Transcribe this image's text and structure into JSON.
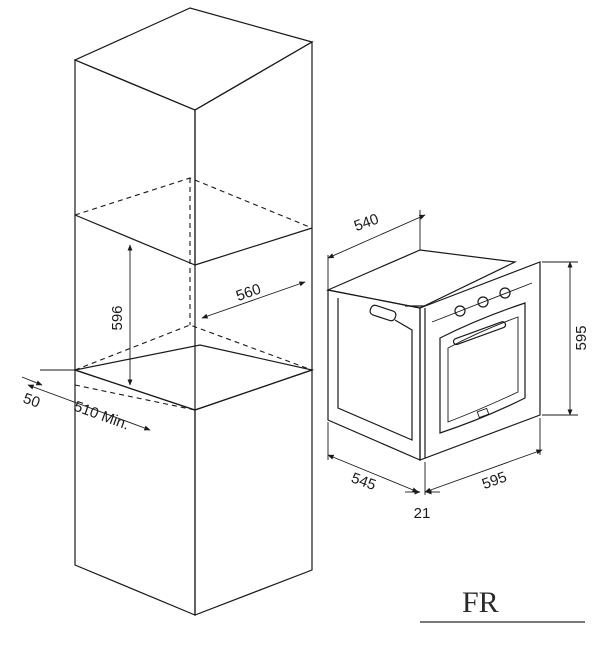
{
  "dimensions": {
    "cabinet_height": "596",
    "cabinet_width": "560",
    "cabinet_depth_min": "510 Min.",
    "vent_gap": "50",
    "oven_depth": "540",
    "oven_height": "595",
    "oven_width": "595",
    "oven_body_depth": "545",
    "front_panel_thickness": "21"
  },
  "logo": {
    "mark": "FR",
    "icon": "brand-logo-icon"
  },
  "colors": {
    "line": "#1a1a1a",
    "background": "#ffffff"
  }
}
